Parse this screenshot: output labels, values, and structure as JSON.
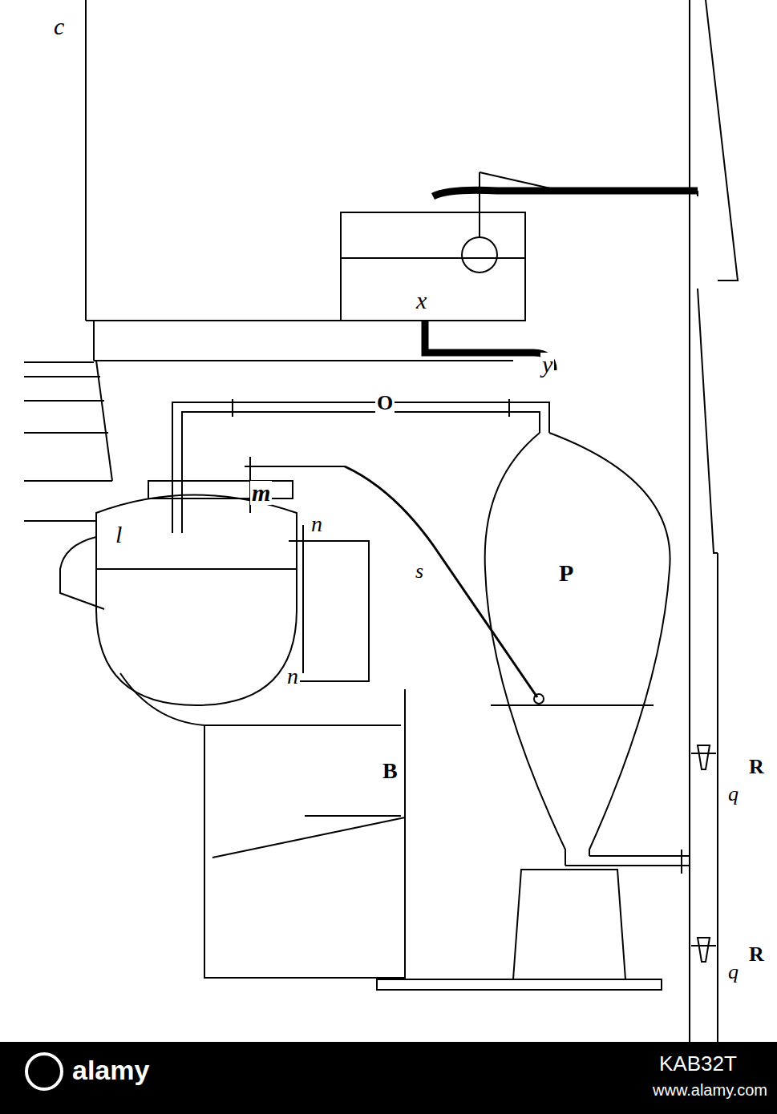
{
  "diagram": {
    "labels": [
      "c",
      "x",
      "y",
      "O",
      "m",
      "n",
      "l",
      "n",
      "s",
      "P",
      "B",
      "R",
      "q",
      "R",
      "q",
      "alamy",
      "KAB32T",
      "www.alamy.com"
    ]
  }
}
